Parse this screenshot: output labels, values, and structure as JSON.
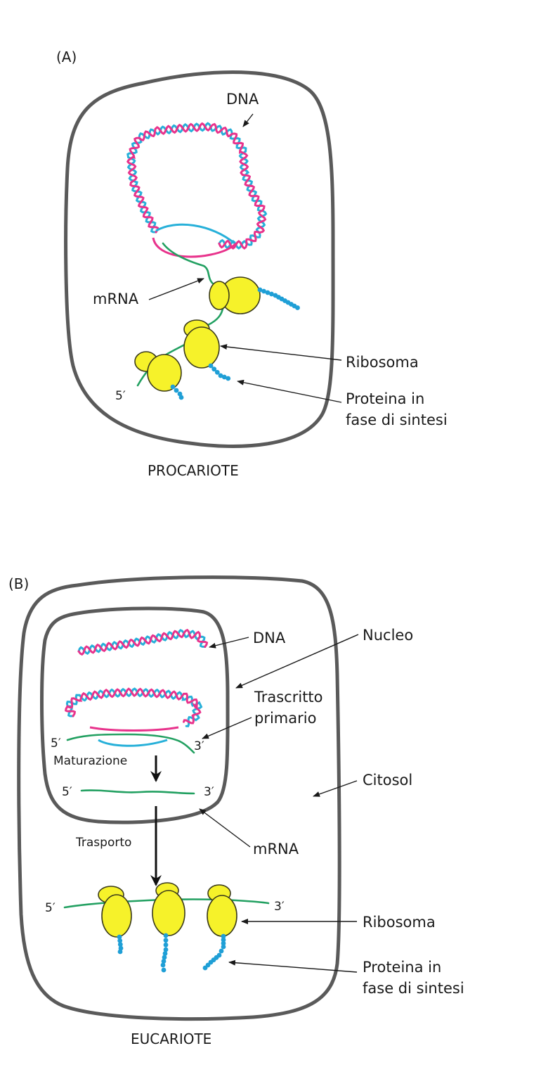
{
  "panelA": {
    "tag": "(A)",
    "dna": "DNA",
    "mrna": "mRNA",
    "ribosome": "Ribosoma",
    "protein_line1": "Proteina in",
    "protein_line2": "fase di sintesi",
    "five_prime": "5′",
    "title": "PROCARIOTE"
  },
  "panelB": {
    "tag": "(B)",
    "dna": "DNA",
    "nucleus": "Nucleo",
    "transcript_line1": "Trascritto",
    "transcript_line2": "primario",
    "maturation": "Maturazione",
    "cytosol": "Citosol",
    "transport": "Trasporto",
    "mrna": "mRNA",
    "ribosome": "Ribosoma",
    "protein_line1": "Proteina in",
    "protein_line2": "fase di sintesi",
    "five_prime": "5′",
    "three_prime": "3′",
    "title": "EUCARIOTE"
  }
}
